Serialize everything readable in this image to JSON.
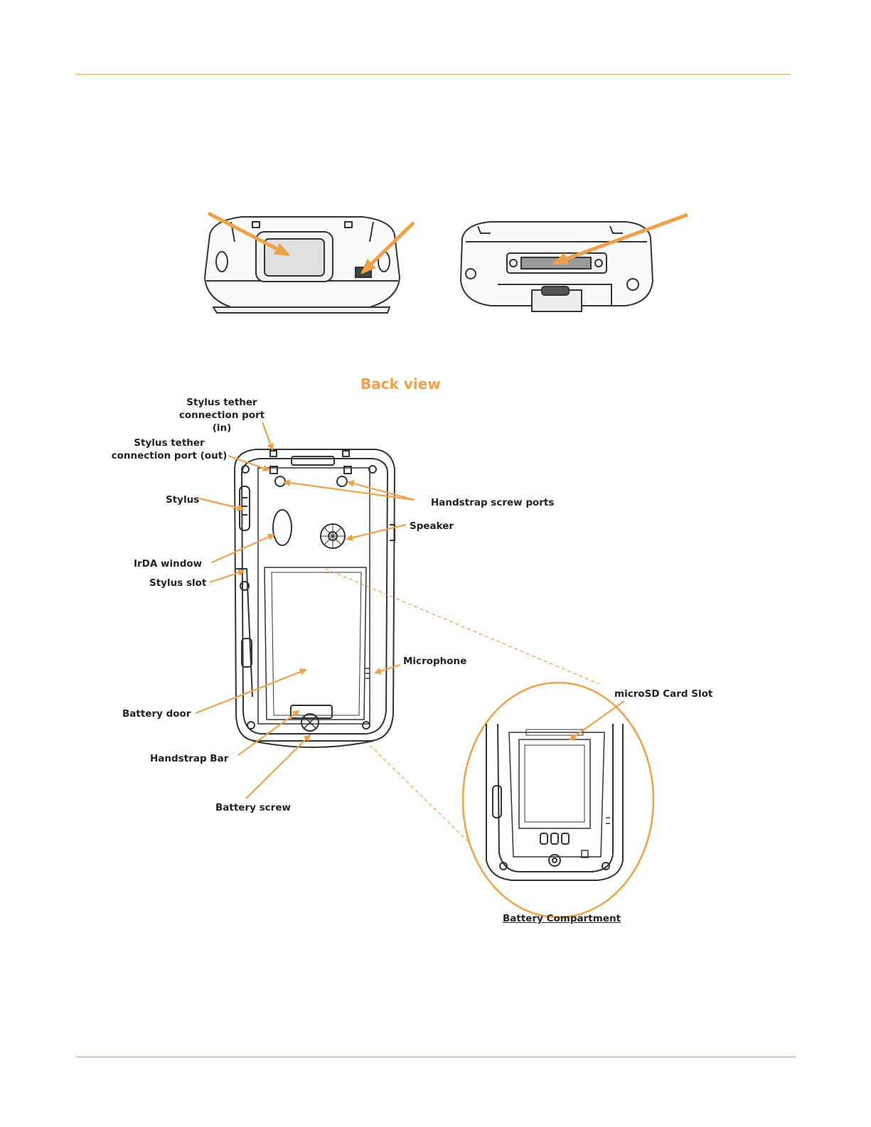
{
  "section_title": "Back view",
  "labels": {
    "tether_in": "Stylus tether\nconnection port (in)",
    "tether_out": "Stylus tether\nconnection port (out)",
    "stylus": "Stylus",
    "irda_window": "IrDA window",
    "stylus_slot": "Stylus slot",
    "battery_door": "Battery door",
    "handstrap_bar": "Handstrap Bar",
    "battery_screw": "Battery screw",
    "handstrap_screw_ports": "Handstrap screw ports",
    "speaker": "Speaker",
    "microphone": "Microphone",
    "microsd_card_slot": "microSD Card Slot",
    "battery_compartment": "Battery Compartment"
  },
  "colors": {
    "accent": "#f0a048",
    "line_art": "#333333",
    "footer_rule": "#9aa0b8"
  }
}
